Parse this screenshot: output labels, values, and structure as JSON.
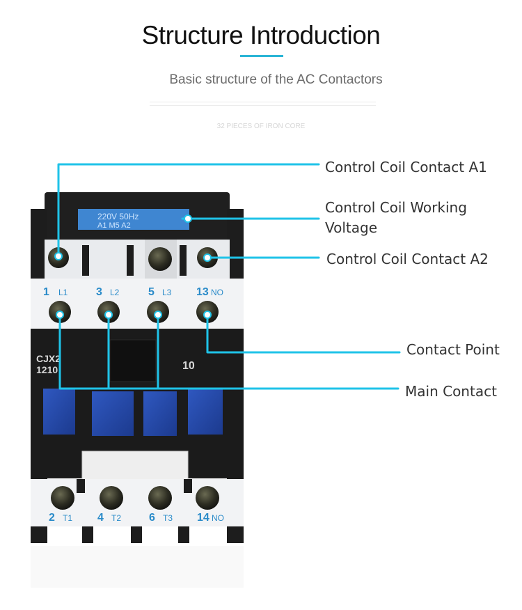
{
  "header": {
    "title": "Structure Introduction",
    "subtitle": "Basic structure of the AC Contactors",
    "faint_note": "32 PIECES OF IRON CORE"
  },
  "device": {
    "coil_label_line1": "220V 50Hz",
    "coil_label_line2": "A1   M5   A2",
    "model_line1": "CJX2",
    "model_line2": "1210",
    "model_suffix": "10",
    "top_terminals": [
      {
        "num": "1",
        "sub": "L1"
      },
      {
        "num": "3",
        "sub": "L2"
      },
      {
        "num": "5",
        "sub": "L3"
      },
      {
        "num": "13",
        "sub": "NO"
      }
    ],
    "bottom_terminals": [
      {
        "num": "2",
        "sub": "T1"
      },
      {
        "num": "4",
        "sub": "T2"
      },
      {
        "num": "6",
        "sub": "T3"
      },
      {
        "num": "14",
        "sub": "NO"
      }
    ]
  },
  "callouts": {
    "a1": "Control Coil Contact A1",
    "voltage_line1": "Control Coil Working",
    "voltage_line2": "Voltage",
    "a2": "Control Coil Contact A2",
    "contact_point": "Contact Point",
    "main_contact": "Main Contact"
  },
  "colors": {
    "callout_line": "#1fc3e8",
    "accent_underline": "#2bb5d6",
    "housing_black": "#1d1d1d",
    "housing_white": "#f2f3f5",
    "blue_block": "#2547a6",
    "label_blue": "#2a8bc9"
  }
}
